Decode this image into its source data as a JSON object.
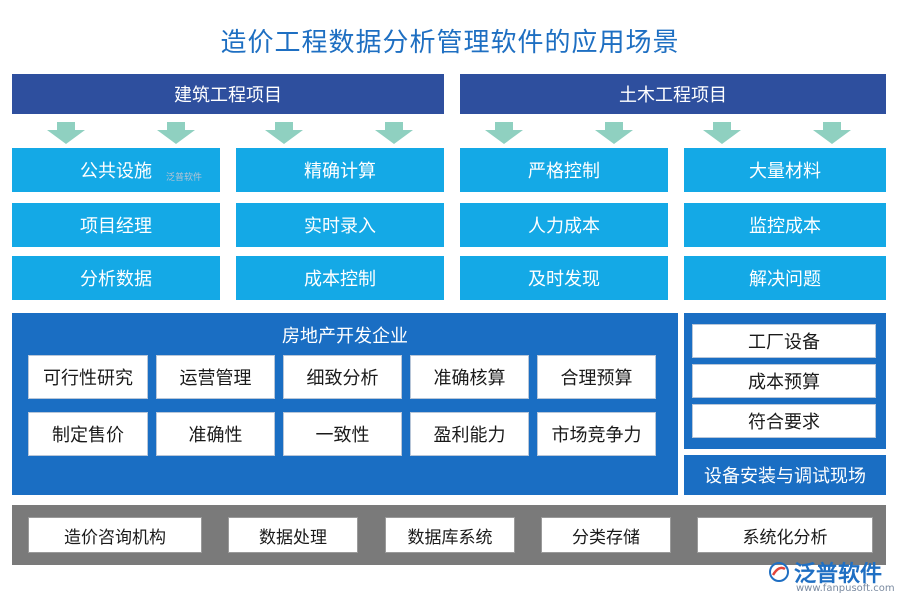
{
  "title": "造价工程数据分析管理软件的应用场景",
  "headers": {
    "left": "建筑工程项目",
    "right": "土木工程项目"
  },
  "grid": [
    [
      "公共设施",
      "精确计算",
      "严格控制",
      "大量材料"
    ],
    [
      "项目经理",
      "实时录入",
      "人力成本",
      "监控成本"
    ],
    [
      "分析数据",
      "成本控制",
      "及时发现",
      "解决问题"
    ]
  ],
  "realestate": {
    "label": "房地产开发企业",
    "items": [
      "可行性研究",
      "运营管理",
      "细致分析",
      "准确核算",
      "合理预算",
      "制定售价",
      "准确性",
      "一致性",
      "盈利能力",
      "市场竞争力"
    ]
  },
  "equipment": {
    "items": [
      "工厂设备",
      "成本预算",
      "符合要求"
    ],
    "label": "设备安装与调试现场"
  },
  "consulting": {
    "items": [
      "造价咨询机构",
      "数据处理",
      "数据库系统",
      "分类存储",
      "系统化分析"
    ]
  },
  "logo": {
    "name": "泛普软件",
    "url": "www.fanpusoft.com",
    "watermark": "泛普软件"
  },
  "colors": {
    "header": "#2e4f9e",
    "cell": "#14a9e6",
    "panel": "#1a6ec3",
    "footer": "#7a7a7a",
    "arrow": "#8fd0c0"
  }
}
